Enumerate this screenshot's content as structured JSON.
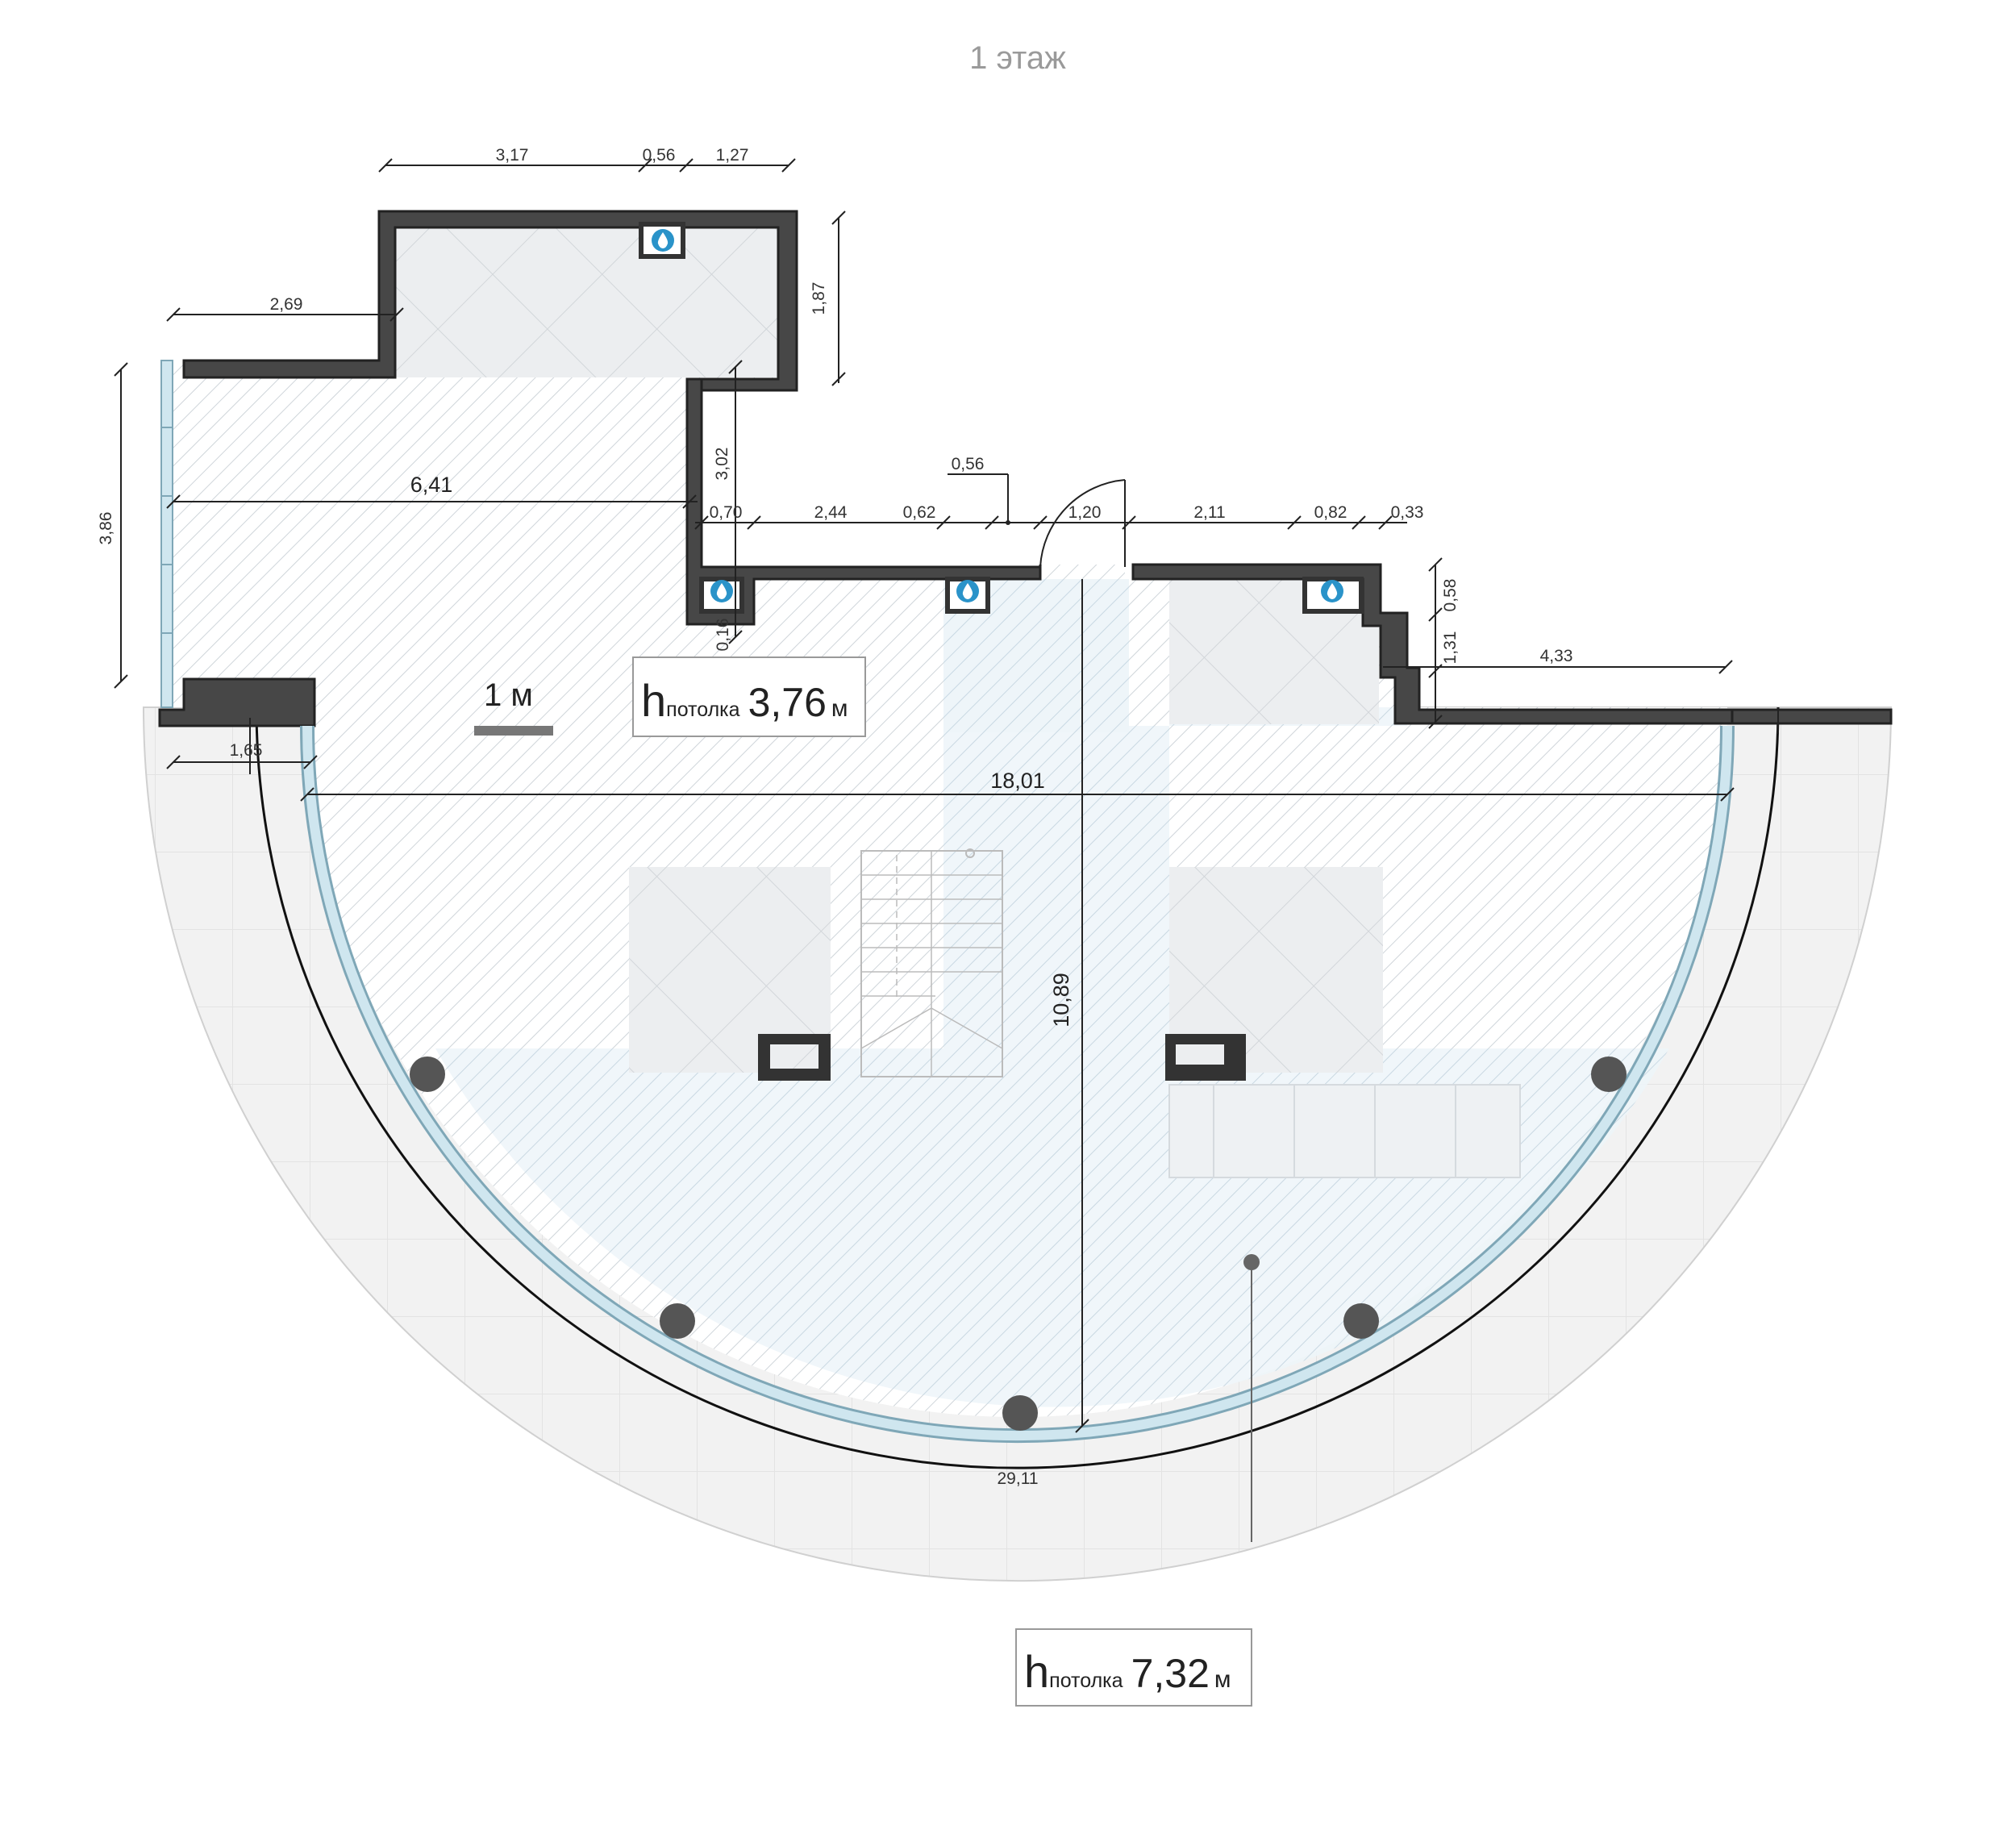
{
  "title": "1 этаж",
  "scale_bar": {
    "label": "1 м"
  },
  "ceiling_labels": [
    {
      "letter": "h",
      "sub": "потолка",
      "value": "3,76",
      "unit": "м"
    },
    {
      "letter": "h",
      "sub": "потолка",
      "value": "7,32",
      "unit": "м"
    }
  ],
  "dimensions": {
    "top_317": "3,17",
    "top_056": "0,56",
    "top_127": "1,27",
    "right_187": "1,87",
    "left_269": "2,69",
    "left_386": "3,86",
    "width_641": "6,41",
    "vert_302": "3,02",
    "door_056": "0,56",
    "seg_070": "0,70",
    "seg_244": "2,44",
    "seg_062": "0,62",
    "seg_120": "1,20",
    "seg_211": "2,11",
    "seg_082": "0,82",
    "seg_033": "0,33",
    "seg_016": "0,16",
    "vert_058": "0,58",
    "vert_131": "1,31",
    "seg_433": "4,33",
    "seg_165": "1,65",
    "width_1801": "18,01",
    "height_1089": "10,89",
    "arc_2911": "29,11"
  },
  "colors": {
    "wall": "#474747",
    "terrace": "#f2f2f2",
    "floor_hatch": "#c9d2d8",
    "glass": "#cfe6ef",
    "tile": "#e8ecef",
    "water_icon": "#2a93c9",
    "column": "#555555"
  },
  "icons": [
    "water-drop-icon",
    "water-drop-icon",
    "water-drop-icon",
    "water-drop-icon"
  ]
}
